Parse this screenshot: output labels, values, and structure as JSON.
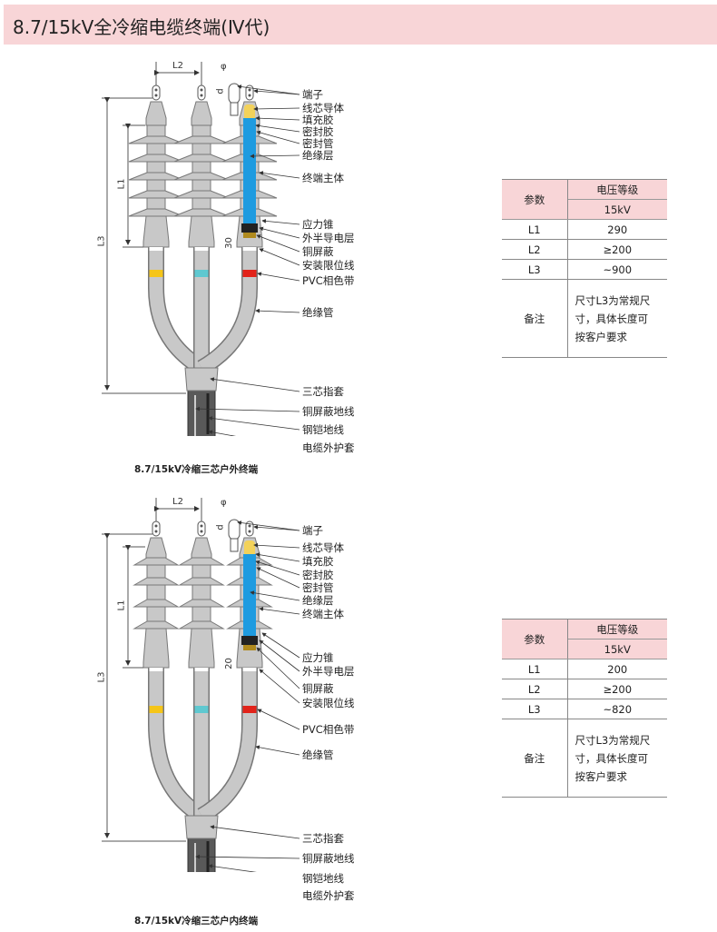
{
  "title": "8.7/15kV全冷缩电缆终端(Ⅳ代)",
  "colors": {
    "title_bg": "#f8d5d7",
    "body_gray": "#c8c8c8",
    "insulation_blue": "#1e9be0",
    "phase_yellow": "#f5c518",
    "phase_cyan": "#5fc8d0",
    "phase_red": "#e2231a",
    "sheath": "#595959"
  },
  "diagrams": [
    {
      "caption": "8.7/15kV冷缩三芯户外终端",
      "dims": {
        "l1": "L1",
        "l2": "L2",
        "l3": "L3",
        "phi": "φ",
        "d": "d",
        "offset": "30"
      },
      "labels": [
        "端子",
        "线芯导体",
        "填充胶",
        "密封胶",
        "密封管",
        "绝缘层",
        "终端主体",
        "应力锥",
        "外半导电层",
        "铜屏蔽",
        "安装限位线",
        "PVC相色带",
        "绝缘管",
        "三芯指套",
        "铜屏蔽地线",
        "钢铠地线",
        "电缆外护套"
      ]
    },
    {
      "caption": "8.7/15kV冷缩三芯户内终端",
      "dims": {
        "l1": "L1",
        "l2": "L2",
        "l3": "L3",
        "phi": "φ",
        "d": "d",
        "offset": "20"
      },
      "labels": [
        "端子",
        "线芯导体",
        "填充胶",
        "密封胶",
        "密封管",
        "绝缘层",
        "终端主体",
        "应力锥",
        "外半导电层",
        "铜屏蔽",
        "安装限位线",
        "PVC相色带",
        "绝缘管",
        "三芯指套",
        "铜屏蔽地线",
        "钢铠地线",
        "电缆外护套"
      ]
    }
  ],
  "tables": [
    {
      "param": "参数",
      "voltage": "电压等级",
      "kv": "15kV",
      "rows": [
        {
          "k": "L1",
          "v": "290"
        },
        {
          "k": "L2",
          "v": "≥200"
        },
        {
          "k": "L3",
          "v": "~900"
        }
      ],
      "note_k": "备注",
      "note_lines": [
        "尺寸L3为常规尺",
        "寸，具体长度可",
        "按客户要求"
      ]
    },
    {
      "param": "参数",
      "voltage": "电压等级",
      "kv": "15kV",
      "rows": [
        {
          "k": "L1",
          "v": "200"
        },
        {
          "k": "L2",
          "v": "≥200"
        },
        {
          "k": "L3",
          "v": "~820"
        }
      ],
      "note_k": "备注",
      "note_lines": [
        "尺寸L3为常规尺",
        "寸，具体长度可",
        "按客户要求"
      ]
    }
  ]
}
